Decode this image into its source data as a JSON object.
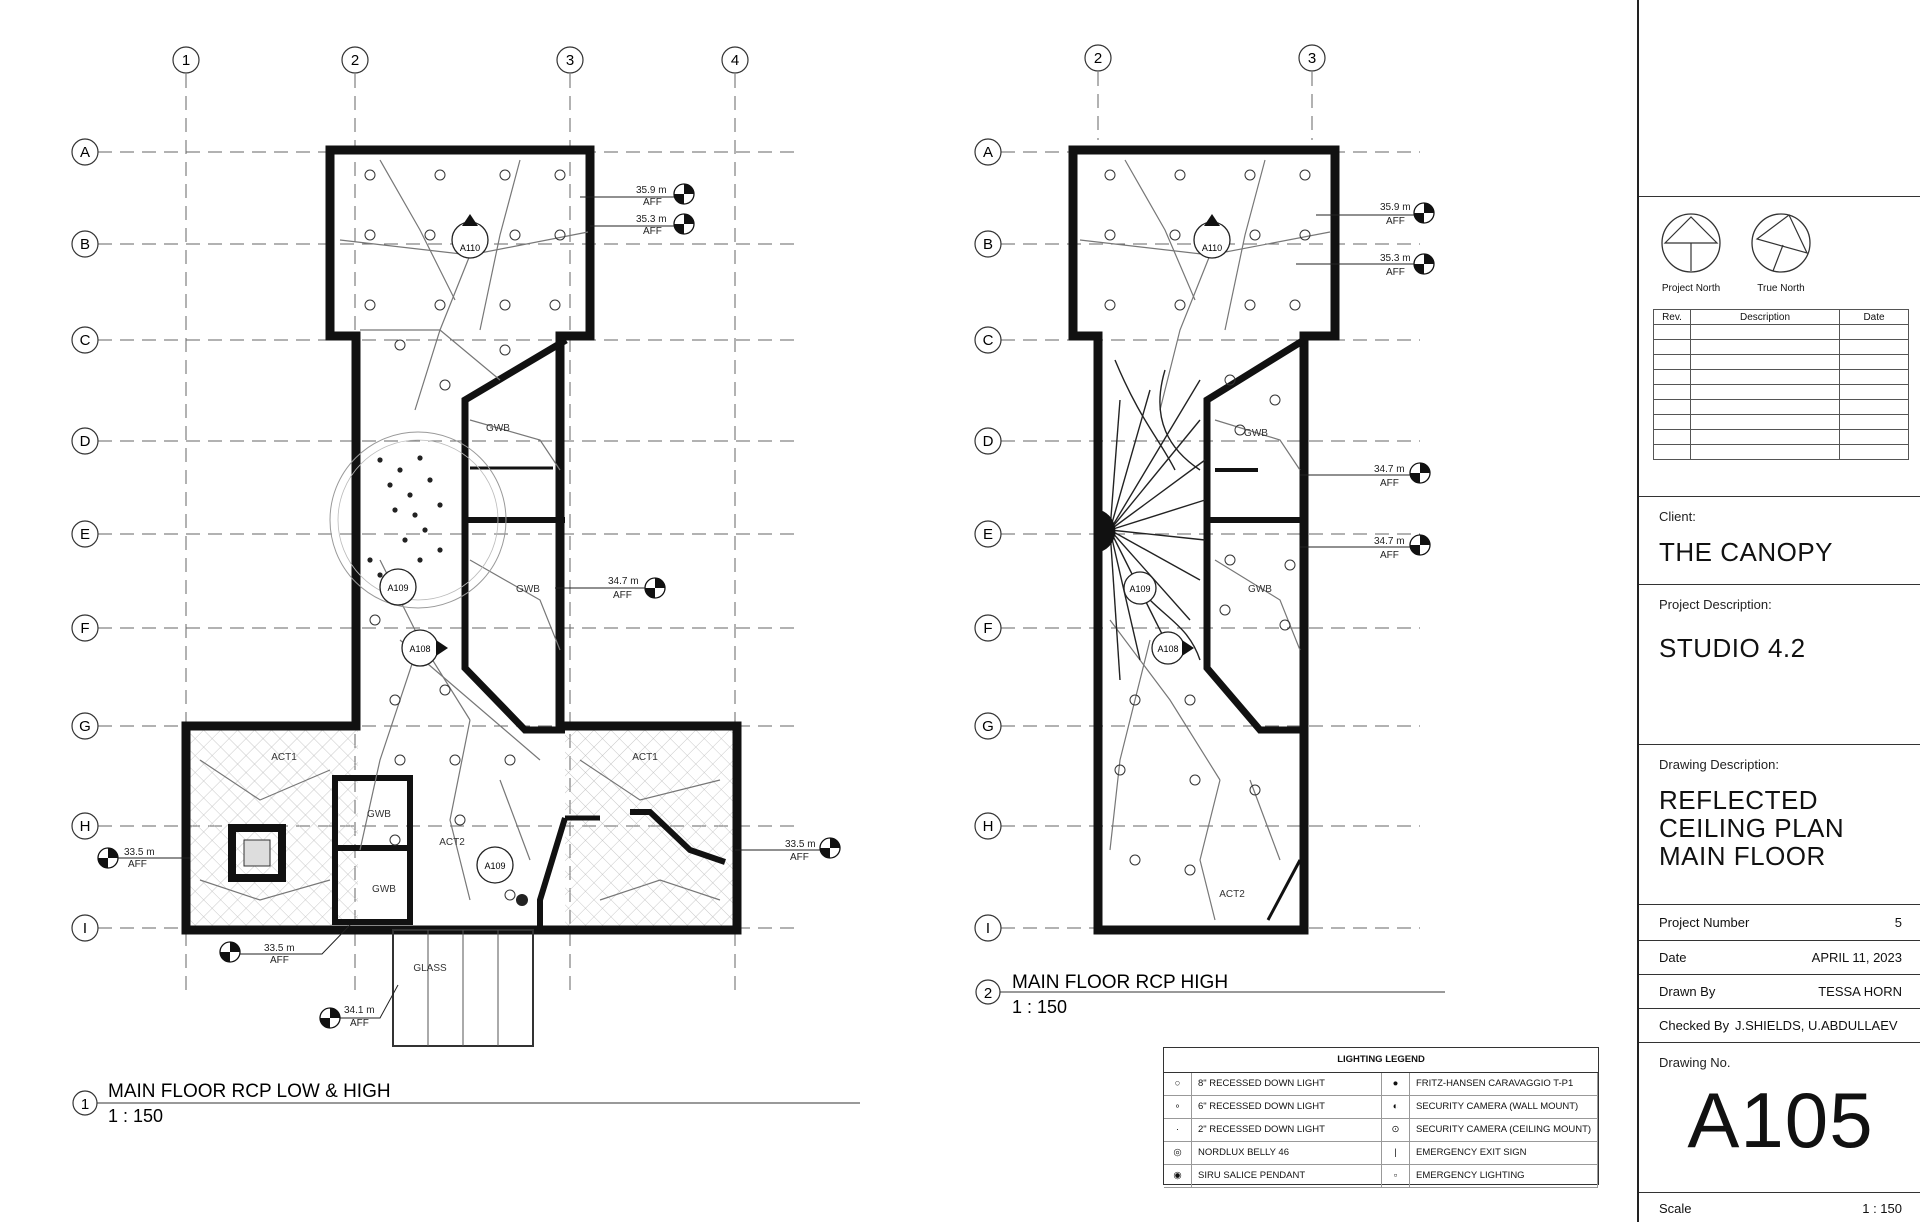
{
  "grids_left": {
    "cols": [
      "1",
      "2",
      "3",
      "4"
    ],
    "rows": [
      "A",
      "B",
      "C",
      "D",
      "E",
      "F",
      "G",
      "H",
      "I"
    ]
  },
  "grids_right": {
    "cols": [
      "2",
      "3"
    ],
    "rows": [
      "A",
      "B",
      "C",
      "D",
      "E",
      "F",
      "G",
      "H",
      "I"
    ]
  },
  "view1": {
    "number": "1",
    "title": "MAIN FLOOR RCP LOW & HIGH",
    "scale": "1 : 150",
    "room_tags": [
      "GWB",
      "GWB",
      "ACT1",
      "ACT1",
      "GWB",
      "ACT2",
      "GWB",
      "GLASS"
    ],
    "section_tags": [
      "A110",
      "A109",
      "A108",
      "A109"
    ],
    "elevations": [
      {
        "value": "35.9 m",
        "sub": "AFF"
      },
      {
        "value": "35.3 m",
        "sub": "AFF"
      },
      {
        "value": "34.7 m",
        "sub": "AFF"
      },
      {
        "value": "33.5 m",
        "sub": "AFF"
      },
      {
        "value": "33.5 m",
        "sub": "AFF"
      },
      {
        "value": "33.5 m",
        "sub": "AFF"
      },
      {
        "value": "34.1 m",
        "sub": "AFF"
      }
    ]
  },
  "view2": {
    "number": "2",
    "title": "MAIN FLOOR RCP HIGH",
    "scale": "1 : 150",
    "room_tags": [
      "GWB",
      "GWB",
      "ACT2"
    ],
    "section_tags": [
      "A110",
      "A108",
      "A109"
    ],
    "elevations": [
      {
        "value": "35.9 m",
        "sub": "AFF"
      },
      {
        "value": "35.3 m",
        "sub": "AFF"
      },
      {
        "value": "34.7 m",
        "sub": "AFF"
      },
      {
        "value": "34.7 m",
        "sub": "AFF"
      }
    ]
  },
  "legend": {
    "title": "LIGHTING LEGEND",
    "left": [
      {
        "icon": "ring-small",
        "label": "8\" RECESSED DOWN LIGHT"
      },
      {
        "icon": "ring-tiny",
        "label": "6\" RECESSED DOWN LIGHT"
      },
      {
        "icon": "dot-tiny",
        "label": "2\" RECESSED DOWN LIGHT"
      },
      {
        "icon": "target",
        "label": "NORDLUX BELLY 46"
      },
      {
        "icon": "filled-target",
        "label": "SIRU SALICE PENDANT"
      }
    ],
    "right": [
      {
        "icon": "dot-solid",
        "label": "FRITZ-HANSEN CARAVAGGIO T-P1"
      },
      {
        "icon": "camera-wall",
        "label": "SECURITY CAMERA (WALL MOUNT)"
      },
      {
        "icon": "camera-ceiling",
        "label": "SECURITY CAMERA (CEILING MOUNT)"
      },
      {
        "icon": "bar",
        "label": "EMERGENCY EXIT SIGN"
      },
      {
        "icon": "square",
        "label": "EMERGENCY LIGHTING"
      }
    ]
  },
  "title_block": {
    "project_north": "Project North",
    "true_north": "True North",
    "rev_headers": [
      "Rev.",
      "Description",
      "Date"
    ],
    "rev_rows": 9,
    "client_label": "Client:",
    "client": "THE CANOPY",
    "project_desc_label": "Project Description:",
    "project_desc": "STUDIO 4.2",
    "drawing_desc_label": "Drawing Description:",
    "drawing_desc": [
      "REFLECTED",
      "CEILING PLAN",
      "MAIN FLOOR"
    ],
    "project_number_label": "Project Number",
    "project_number": "5",
    "date_label": "Date",
    "date": "APRIL 11, 2023",
    "drawn_by_label": "Drawn By",
    "drawn_by": "TESSA HORN",
    "checked_by_label": "Checked By",
    "checked_by": "J.SHIELDS, U.ABDULLAEV",
    "drawing_no_label": "Drawing No.",
    "drawing_no": "A105",
    "scale_label": "Scale",
    "scale": "1 : 150"
  }
}
